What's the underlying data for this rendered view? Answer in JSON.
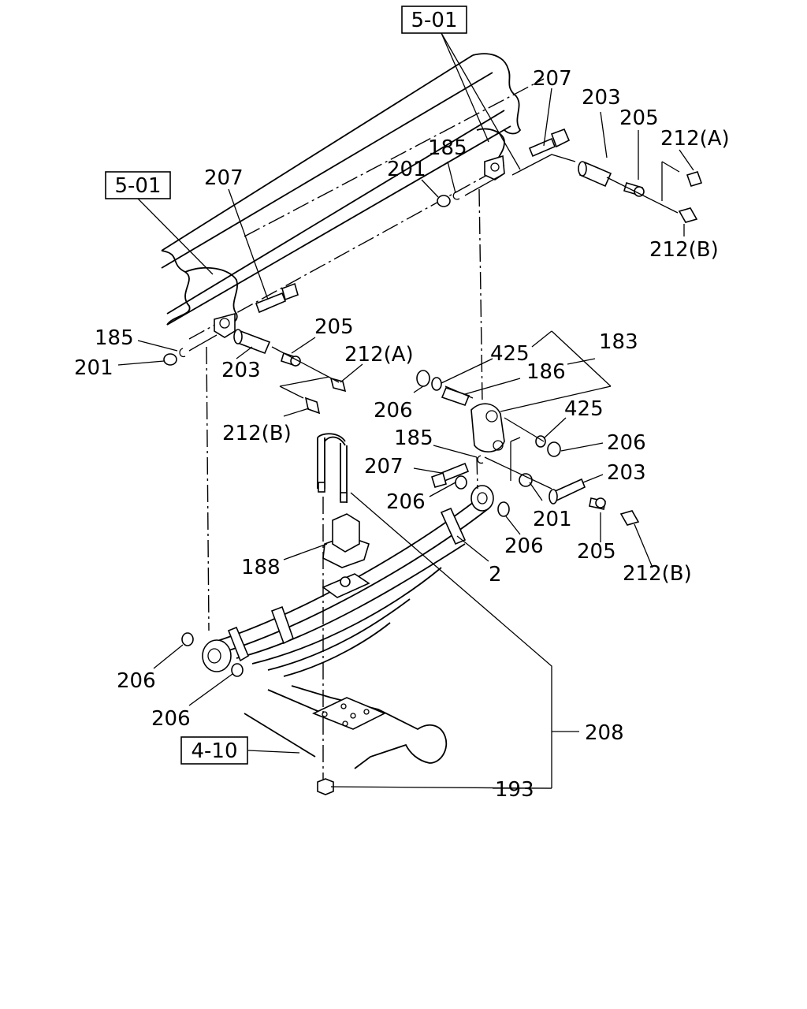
{
  "refs": {
    "frame_top": "5-01",
    "frame_left": "5-01",
    "axle": "4-10"
  },
  "callouts": {
    "c207_top": "207",
    "c203_top": "203",
    "c205_top": "205",
    "c212a_top": "212(A)",
    "c212b_top": "212(B)",
    "c185_top": "185",
    "c201_top": "201",
    "c207_left": "207",
    "c185_left": "185",
    "c201_left": "201",
    "c203_left": "203",
    "c205_left": "205",
    "c212a_left": "212(A)",
    "c212b_left": "212(B)",
    "c425_a": "425",
    "c183": "183",
    "c186": "186",
    "c206_a": "206",
    "c425_b": "425",
    "c206_b": "206",
    "c185_mid": "185",
    "c207_mid": "207",
    "c203_right": "203",
    "c206_c": "206",
    "c201_right": "201",
    "c206_d": "206",
    "c205_right": "205",
    "c212b_right": "212(B)",
    "c188": "188",
    "c2": "2",
    "c206_e": "206",
    "c206_f": "206",
    "c208": "208",
    "c193": "193"
  }
}
